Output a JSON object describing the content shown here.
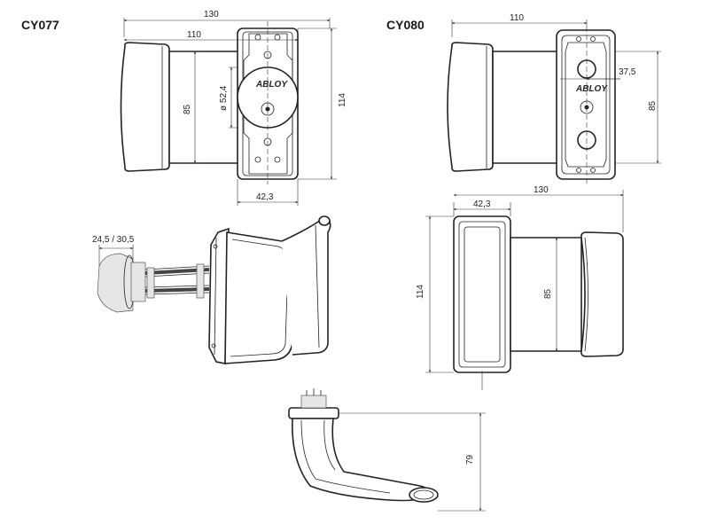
{
  "models": {
    "left_title": "CY077",
    "right_title": "CY080"
  },
  "cy077": {
    "dim_overall_width": "130",
    "dim_width": "110",
    "dim_height_inner": "85",
    "dim_cylinder_dia": "ø 52,4",
    "dim_height_outer": "114",
    "dim_plate_width": "42,3",
    "brand_mark": "ABLOY"
  },
  "cy080": {
    "dim_width": "110",
    "dim_cylinder_offset": "37,5",
    "dim_height_inner": "85",
    "brand_mark": "ABLOY"
  },
  "side_view": {
    "dim_plate_width": "42,3",
    "dim_overall_width": "130",
    "dim_height_outer": "114",
    "dim_height_inner": "85"
  },
  "iso_view": {
    "dim_spindle": "24,5 / 30,5"
  },
  "pull_view": {
    "dim_depth": "79"
  }
}
